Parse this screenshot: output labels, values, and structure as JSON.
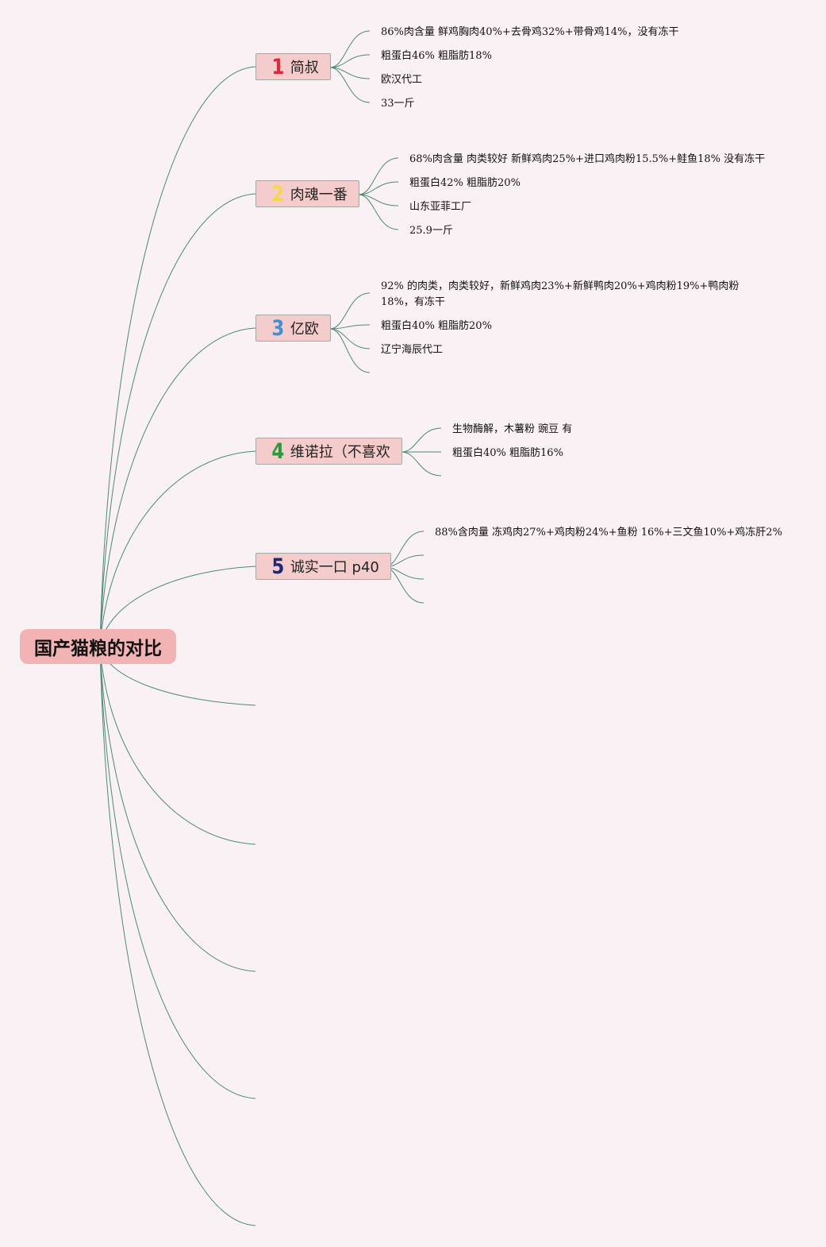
{
  "root": {
    "title": "国产猫粮的对比"
  },
  "colors": {
    "line": "#4d8a74",
    "node_fill": "#f5cccc",
    "root_fill": "#f2b3b4"
  },
  "branches": [
    {
      "number": "1",
      "number_color": "#e0283c",
      "label": "简叔",
      "leaves": [
        "86%肉含量 鲜鸡胸肉40%+去骨鸡32%+带骨鸡14%，没有冻干",
        "粗蛋白46% 粗脂肪18%",
        "欧汉代工",
        "33一斤"
      ]
    },
    {
      "number": "2",
      "number_color": "#f5d84a",
      "label": "肉魂一番",
      "leaves": [
        "68%肉含量 肉类较好 新鲜鸡肉25%+进口鸡肉粉15.5%+鲑鱼18% 没有冻干",
        "粗蛋白42% 粗脂肪20%",
        "山东亚菲工厂",
        "25.9一斤"
      ]
    },
    {
      "number": "3",
      "number_color": "#3b93d4",
      "label": "亿欧",
      "leaves": [
        "92% 的肉类，肉类较好，新鲜鸡肉23%+新鲜鸭肉20%+鸡肉粉19%+鸭肉粉18%，有冻干",
        "粗蛋白40% 粗脂肪20%",
        "辽宁海辰代工",
        ""
      ]
    },
    {
      "number": "4",
      "number_color": "#2a9a3a",
      "label": "维诺拉（不喜欢",
      "leaves": [
        "生物酶解，木薯粉 豌豆 有",
        "粗蛋白40% 粗脂肪16%",
        ""
      ]
    },
    {
      "number": "5",
      "number_color": "#1e2a78",
      "label": "诚实一口 p40",
      "leaves": [
        "88%含肉量 冻鸡肉27%+鸡肉粉24%+鱼粉 16%+三文鱼10%+鸡冻肝2%",
        "",
        "",
        ""
      ]
    }
  ]
}
